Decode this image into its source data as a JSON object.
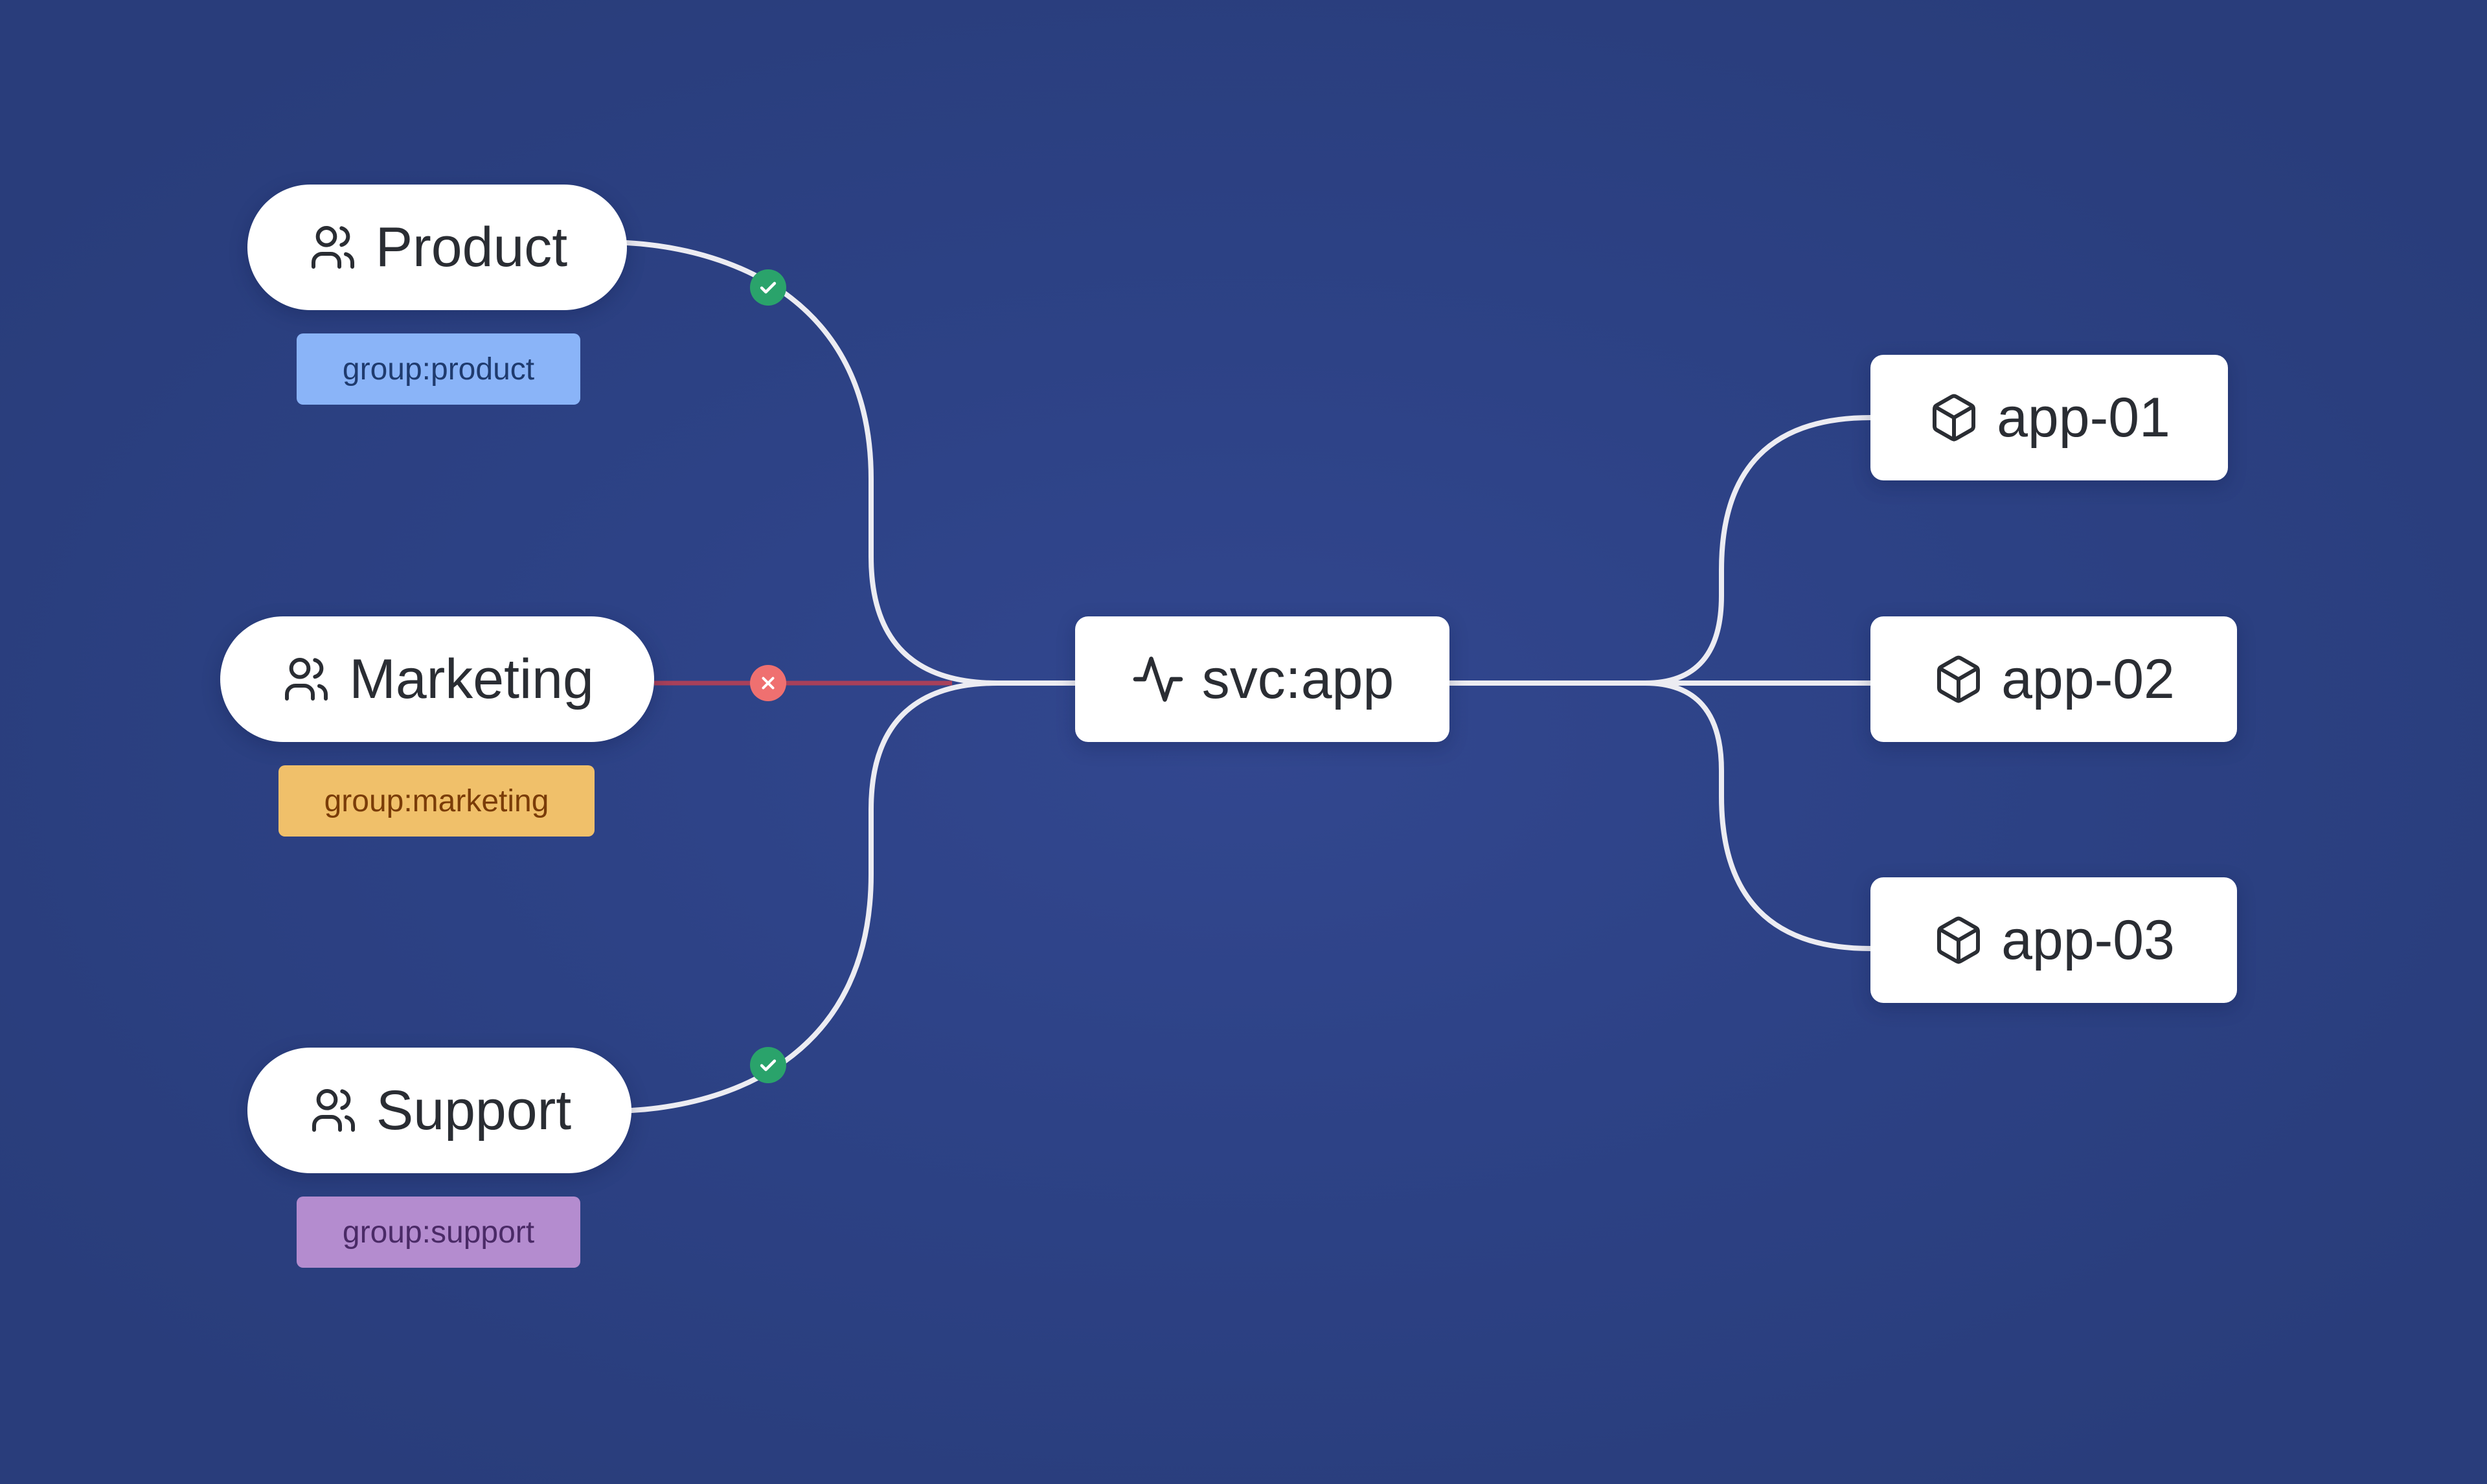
{
  "groups": [
    {
      "label": "Product",
      "icon": "users-icon",
      "tag": "group:product",
      "tag_bg": "#8ab4f8",
      "tag_fg": "#1f3b6e",
      "status": "allowed",
      "status_icon": "check-icon",
      "status_color": "#2aa36b"
    },
    {
      "label": "Marketing",
      "icon": "users-icon",
      "tag": "group:marketing",
      "tag_bg": "#f0c06a",
      "tag_fg": "#7a3c08",
      "status": "denied",
      "status_icon": "x-icon",
      "status_color": "#ef7070"
    },
    {
      "label": "Support",
      "icon": "users-icon",
      "tag": "group:support",
      "tag_bg": "#b48ccf",
      "tag_fg": "#4a2a66",
      "status": "allowed",
      "status_icon": "check-icon",
      "status_color": "#2aa36b"
    }
  ],
  "service": {
    "label": "svc:app",
    "icon": "activity-icon"
  },
  "apps": [
    {
      "label": "app-01",
      "icon": "box-icon"
    },
    {
      "label": "app-02",
      "icon": "box-icon"
    },
    {
      "label": "app-03",
      "icon": "box-icon"
    }
  ],
  "colors": {
    "background": "#2d4286",
    "edge": "#ececf2",
    "denied_edge": "#a8405a",
    "node_bg": "#ffffff",
    "node_text": "#2a2d33"
  }
}
